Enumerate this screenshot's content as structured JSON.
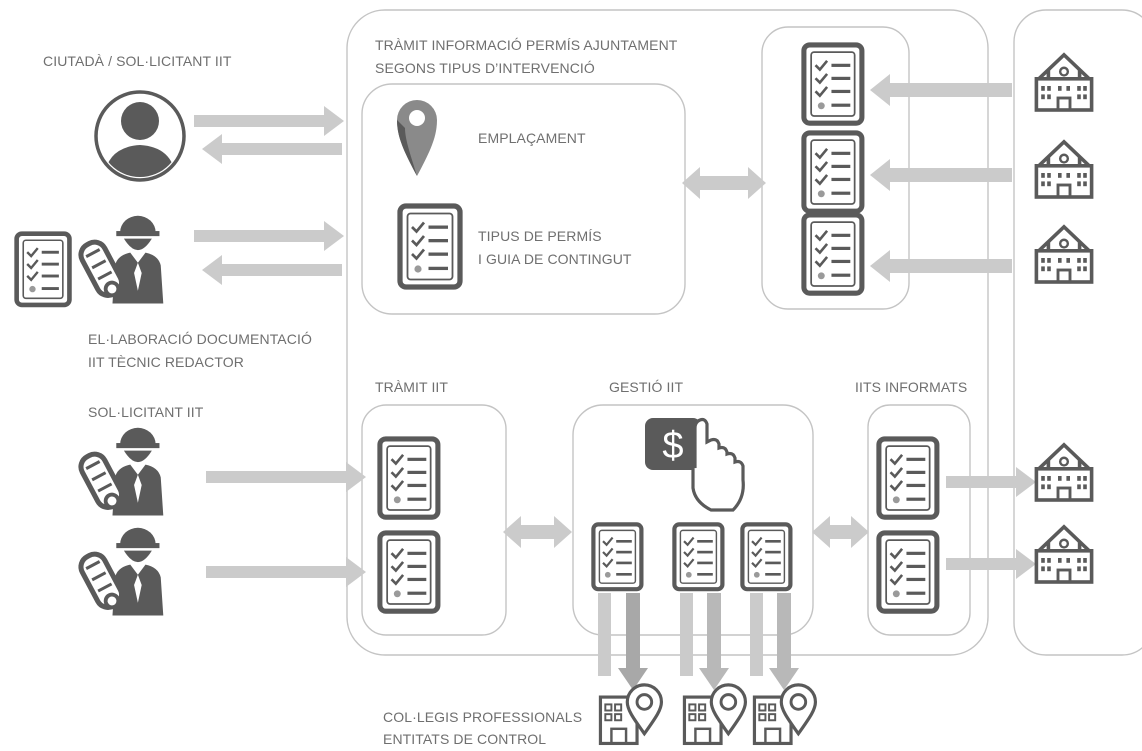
{
  "labels": {
    "citizen": "CIUTADÀ / SOL·LICITANT IIT",
    "elaboration_line1": "EL·LABORACIÓ DOCUMENTACIÓ",
    "elaboration_line2": "IIT TÈCNIC REDACTOR",
    "applicant": "SOL·LICITANT IIT",
    "info_title_line1": "TRÀMIT INFORMACIÓ PERMÍS AJUNTAMENT",
    "info_title_line2": "SEGONS TIPUS D’INTERVENCIÓ",
    "location": "EMPLAÇAMENT",
    "permit_line1": "TIPUS DE PERMÍS",
    "permit_line2": "I GUIA DE CONTINGUT",
    "tramit": "TRÀMIT IIT",
    "gestio": "GESTIÓ IIT",
    "informats": "IITS INFORMATS",
    "colleges_line1": "COL·LEGIS PROFESSIONALS",
    "colleges_line2": "ENTITATS DE CONTROL"
  },
  "icons": {
    "person": "person-icon",
    "worker": "construction-worker-icon",
    "checklist": "checklist-document-icon",
    "map_pin": "map-pin-icon",
    "payment": "dollar-click-icon",
    "town_hall": "town-hall-icon",
    "office_location": "office-building-pin-icon"
  },
  "colors": {
    "icon_dark": "#5a5a5a",
    "arrow": "#cbcbcb",
    "frame": "#c4c4c4",
    "text": "#6f6f6f"
  }
}
